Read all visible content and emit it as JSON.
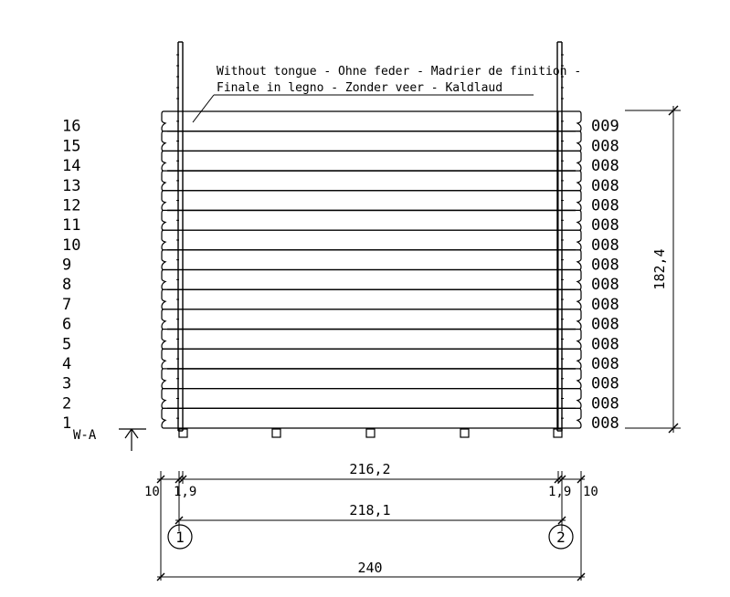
{
  "note": {
    "line1": "Without tongue - Ohne feder - Madrier de finition -",
    "line2": "Finale in legno - Zonder veer - Kaldlaud"
  },
  "courses": [
    {
      "number": "16",
      "code": "009"
    },
    {
      "number": "15",
      "code": "008"
    },
    {
      "number": "14",
      "code": "008"
    },
    {
      "number": "13",
      "code": "008"
    },
    {
      "number": "12",
      "code": "008"
    },
    {
      "number": "11",
      "code": "008"
    },
    {
      "number": "10",
      "code": "008"
    },
    {
      "number": "9",
      "code": "008"
    },
    {
      "number": "8",
      "code": "008"
    },
    {
      "number": "7",
      "code": "008"
    },
    {
      "number": "6",
      "code": "008"
    },
    {
      "number": "5",
      "code": "008"
    },
    {
      "number": "4",
      "code": "008"
    },
    {
      "number": "3",
      "code": "008"
    },
    {
      "number": "2",
      "code": "008"
    },
    {
      "number": "1",
      "code": "008"
    }
  ],
  "wall_label": "W-A",
  "dimensions": {
    "height": "182,4",
    "inner_span": "216,2",
    "axis_span": "218,1",
    "overall": "240",
    "offset_left": "1,9",
    "offset_right": "1,9",
    "edge_left": "10",
    "edge_right": "10"
  },
  "axes": [
    "1",
    "2"
  ]
}
